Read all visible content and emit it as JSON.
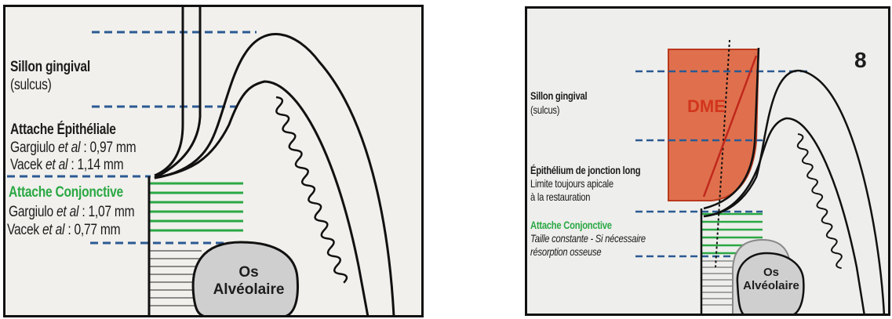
{
  "left_panel": {
    "sulcus_title": "Sillon gingival",
    "sulcus_sub": "(sulcus)",
    "epithelial_title": "Attache Épithéliale",
    "epithelial_line1_author": "Gargiulo ",
    "epithelial_line1_etal": "et al",
    "epithelial_line1_value": " : 0,97 mm",
    "epithelial_line2_author": "Vacek ",
    "epithelial_line2_etal": "et al",
    "epithelial_line2_value": " : 1,14 mm",
    "conjunctive_title": "Attache Conjonctive",
    "conjunctive_line1_author": "Gargiulo ",
    "conjunctive_line1_etal": "et al",
    "conjunctive_line1_value": " : 1,07 mm",
    "conjunctive_line2_author": "Vacek ",
    "conjunctive_line2_etal": "et al",
    "conjunctive_line2_value": " : 0,77 mm",
    "bone_line1": "Os",
    "bone_line2": "Alvéolaire"
  },
  "right_panel": {
    "figure_number": "8",
    "dme_label": "DME",
    "sulcus_title": "Sillon gingival",
    "sulcus_sub": "(sulcus)",
    "junction_title": "Épithélium de jonction long",
    "junction_line1": "Limite toujours apicale",
    "junction_line2": "à la restauration",
    "conjunctive_title": "Attache Conjonctive",
    "conjunctive_line1": "Taille constante - Si nécessaire",
    "conjunctive_line2": "résorption osseuse",
    "bone_line1": "Os",
    "bone_line2": "Alvéolaire"
  },
  "colors": {
    "green": "#2aa844",
    "blue_dash": "#2b5a93",
    "dme_fill": "#e0704d",
    "bone_fill": "#cfcfcf"
  }
}
